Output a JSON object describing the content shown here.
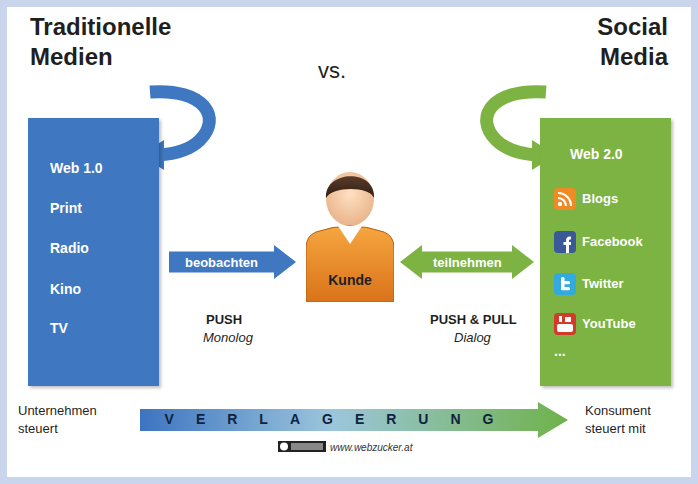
{
  "diagram": {
    "nodes": [
      {
        "text": [
          "Traditionelle Medien",
          "Web 1.0",
          "Print",
          "Radio",
          "Kino",
          "TV"
        ]
      },
      {
        "text": [
          "Kunde"
        ]
      },
      {
        "text": [
          "Social Media",
          "Web 2.0",
          "Blogs",
          "Facebook",
          "Twitter",
          "YouTube",
          "..."
        ]
      },
      {
        "text": [
          "VERLAGERUNG"
        ]
      }
    ],
    "edges": [
      {
        "from": 0,
        "to": 1,
        "arrow": "to",
        "label": "beobachten"
      },
      {
        "from": 1,
        "to": 2,
        "arrow": "both",
        "label": "teilnehmen"
      }
    ],
    "labels": [
      "vs.",
      "PUSH",
      "Monolog",
      "PUSH & PULL",
      "Dialog",
      "Unternehmen steuert",
      "Konsument steuert mit",
      "www.webzucker.at"
    ]
  }
}
